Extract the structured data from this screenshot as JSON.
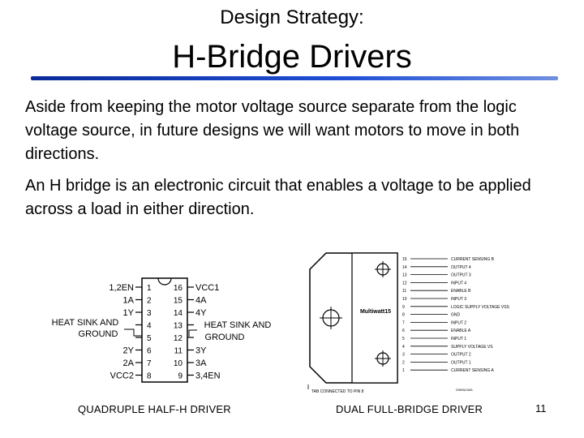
{
  "slide": {
    "subtitle": "Design Strategy:",
    "title": "H-Bridge Drivers",
    "paragraph1": "Aside from keeping the motor voltage source separate from the logic voltage source, in future designs we will want motors to move in both directions.",
    "paragraph2": "An H bridge is an electronic circuit that enables a voltage to be applied across a load in either direction.",
    "page_number": "11"
  },
  "left_diagram": {
    "caption": "QUADRUPLE HALF-H DRIVER",
    "left_pins": [
      {
        "label": "1,2EN",
        "num": "1"
      },
      {
        "label": "1A",
        "num": "2"
      },
      {
        "label": "1Y",
        "num": "3"
      },
      {
        "label": "",
        "num": "4"
      },
      {
        "label": "",
        "num": "5"
      },
      {
        "label": "2Y",
        "num": "6"
      },
      {
        "label": "2A",
        "num": "7"
      },
      {
        "label": "VCC2",
        "num": "8"
      }
    ],
    "right_pins": [
      {
        "num": "16",
        "label": "VCC1"
      },
      {
        "num": "15",
        "label": "4A"
      },
      {
        "num": "14",
        "label": "4Y"
      },
      {
        "num": "13",
        "label": ""
      },
      {
        "num": "12",
        "label": ""
      },
      {
        "num": "11",
        "label": "3Y"
      },
      {
        "num": "10",
        "label": "3A"
      },
      {
        "num": "9",
        "label": "3,4EN"
      }
    ],
    "heat_left": [
      "HEAT SINK AND",
      "GROUND"
    ],
    "heat_right": [
      "HEAT SINK AND",
      "GROUND"
    ]
  },
  "right_diagram": {
    "caption": "DUAL FULL-BRIDGE DRIVER",
    "package_label": "Multiwatt15",
    "tab_note": "TAB CONNECTED TO PIN 8",
    "code": "D95IN240A",
    "pins": [
      {
        "num": "15",
        "label": "CURRENT SENSING B"
      },
      {
        "num": "14",
        "label": "OUTPUT 4"
      },
      {
        "num": "13",
        "label": "OUTPUT 3"
      },
      {
        "num": "12",
        "label": "INPUT 4"
      },
      {
        "num": "11",
        "label": "ENABLE B"
      },
      {
        "num": "10",
        "label": "INPUT 3"
      },
      {
        "num": "9",
        "label": "LOGIC SUPPLY VOLTAGE VSS"
      },
      {
        "num": "8",
        "label": "GND"
      },
      {
        "num": "7",
        "label": "INPUT 2"
      },
      {
        "num": "6",
        "label": "ENABLE A"
      },
      {
        "num": "5",
        "label": "INPUT 1"
      },
      {
        "num": "4",
        "label": "SUPPLY VOLTAGE VS"
      },
      {
        "num": "3",
        "label": "OUTPUT 2"
      },
      {
        "num": "2",
        "label": "OUTPUT 1"
      },
      {
        "num": "1",
        "label": "CURRENT SENSING A"
      }
    ]
  }
}
